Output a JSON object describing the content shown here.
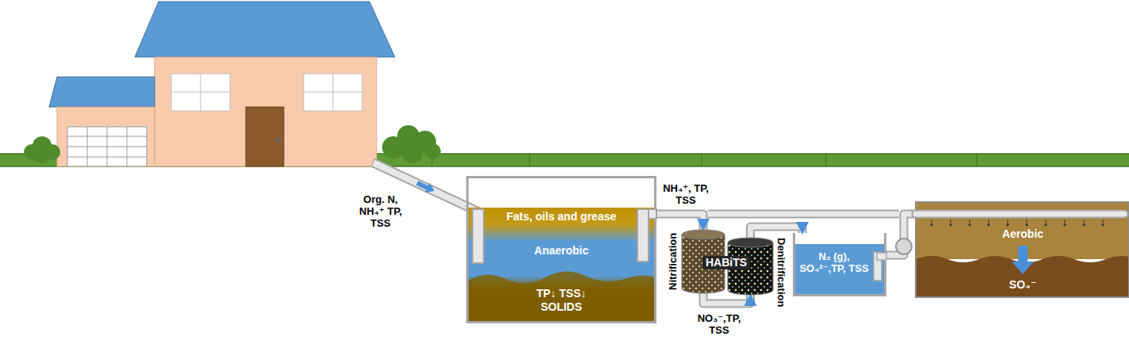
{
  "diagram": {
    "nodes": [
      {
        "text": [
          "Fats, oils and grease",
          "Anaerobic",
          "TP↓ TSS↓ SOLIDS"
        ]
      },
      {
        "text": [
          "Nitrification"
        ]
      },
      {
        "text": [
          "Denitrification"
        ]
      },
      {
        "text": [
          "N₂ (g), SO₄²⁻,TP, TSS"
        ]
      },
      {
        "text": [
          "Aerobic",
          "SO₄⁻"
        ]
      }
    ],
    "edges": [
      {
        "from": 0,
        "to": 1,
        "arrow": "to",
        "label": "NH₄⁺, TP, TSS"
      },
      {
        "from": 1,
        "to": 2,
        "arrow": "to",
        "label": "NO₃⁻,TP, TSS"
      },
      {
        "from": 2,
        "to": 3,
        "arrow": "to"
      },
      {
        "from": 3,
        "to": 4,
        "arrow": "none"
      }
    ],
    "labels": [
      "Org. N, NH₄⁺ TP, TSS",
      "HABiTS"
    ]
  }
}
